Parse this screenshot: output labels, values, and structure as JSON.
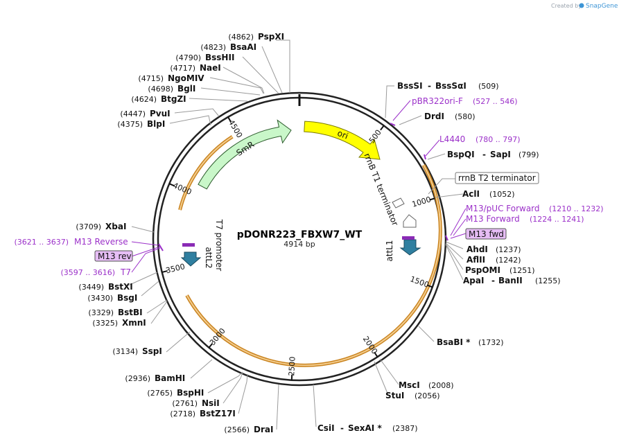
{
  "watermark": {
    "created_by": "Created by",
    "brand": "SnapGene"
  },
  "plasmid": {
    "name": "pDONR223_FBXW7_WT",
    "size_label": "4914 bp",
    "length": 4914
  },
  "ticks": [
    {
      "pos": 500,
      "label": "500"
    },
    {
      "pos": 1000,
      "label": "1000"
    },
    {
      "pos": 1500,
      "label": "1500"
    },
    {
      "pos": 2000,
      "label": "2000"
    },
    {
      "pos": 2500,
      "label": "2500"
    },
    {
      "pos": 3000,
      "label": "3000"
    },
    {
      "pos": 3500,
      "label": "3500"
    },
    {
      "pos": 4000,
      "label": "4000"
    },
    {
      "pos": 4500,
      "label": "4500"
    }
  ],
  "features": [
    {
      "label": "SmR"
    },
    {
      "label": "ori"
    },
    {
      "label": "rrnB T1 terminator"
    },
    {
      "label": "attL1"
    },
    {
      "label": "T7 promoter"
    },
    {
      "label": "attL2"
    }
  ],
  "sites": [
    {
      "name": "PspXI",
      "pos": "(4862)",
      "bp": 4862
    },
    {
      "name": "BsaAI",
      "pos": "(4823)",
      "bp": 4823
    },
    {
      "name": "BssHII",
      "pos": "(4790)",
      "bp": 4790
    },
    {
      "name": "NaeI",
      "pos": "(4717)",
      "bp": 4717
    },
    {
      "name": "NgoMIV",
      "pos": "(4715)",
      "bp": 4715
    },
    {
      "name": "BglI",
      "pos": "(4698)",
      "bp": 4698
    },
    {
      "name": "BtgZI",
      "pos": "(4624)",
      "bp": 4624
    },
    {
      "name": "PvuI",
      "pos": "(4447)",
      "bp": 4447
    },
    {
      "name": "BlpI",
      "pos": "(4375)",
      "bp": 4375
    },
    {
      "name": "XbaI",
      "pos": "(3709)",
      "bp": 3709
    },
    {
      "name": "BstXI",
      "pos": "(3449)",
      "bp": 3449
    },
    {
      "name": "BsgI",
      "pos": "(3430)",
      "bp": 3430
    },
    {
      "name": "BstBI",
      "pos": "(3329)",
      "bp": 3329
    },
    {
      "name": "XmnI",
      "pos": "(3325)",
      "bp": 3325
    },
    {
      "name": "SspI",
      "pos": "(3134)",
      "bp": 3134
    },
    {
      "name": "BamHI",
      "pos": "(2936)",
      "bp": 2936
    },
    {
      "name": "BspHI",
      "pos": "(2765)",
      "bp": 2765
    },
    {
      "name": "NsiI",
      "pos": "(2761)",
      "bp": 2761
    },
    {
      "name": "BstZ17I",
      "pos": "(2718)",
      "bp": 2718
    },
    {
      "name": "DraI",
      "pos": "(2566)",
      "bp": 2566
    },
    {
      "name": "BssSI",
      "name2": "BssSαI",
      "pos": "(509)",
      "bp": 509
    },
    {
      "name": "DrdI",
      "pos": "(580)",
      "bp": 580
    },
    {
      "name": "BspQI",
      "name2": "SapI",
      "pos": "(799)",
      "bp": 799
    },
    {
      "name": "AclI",
      "pos": "(1052)",
      "bp": 1052
    },
    {
      "name": "AhdI",
      "pos": "(1237)",
      "bp": 1237
    },
    {
      "name": "AflII",
      "pos": "(1242)",
      "bp": 1242
    },
    {
      "name": "PspOMI",
      "pos": "(1251)",
      "bp": 1251
    },
    {
      "name": "ApaI",
      "name2": "BanII",
      "pos": "(1255)",
      "bp": 1255
    },
    {
      "name": "BsaBI *",
      "pos": "(1732)",
      "bp": 1732
    },
    {
      "name": "MscI",
      "pos": "(2008)",
      "bp": 2008
    },
    {
      "name": "StuI",
      "pos": "(2056)",
      "bp": 2056
    },
    {
      "name": "CsiI",
      "name2": "SexAI *",
      "pos": "(2387)",
      "bp": 2387
    }
  ],
  "primers": [
    {
      "name": "pBR322ori-F",
      "range": "(527 .. 546)"
    },
    {
      "name": "L4440",
      "range": "(780 .. 797)"
    },
    {
      "name": "M13/pUC Forward",
      "range": "(1210 .. 1232)"
    },
    {
      "name": "M13 Forward",
      "range": "(1224 .. 1241)"
    },
    {
      "name": "M13 fwd",
      "boxed": true
    },
    {
      "name": "M13 Reverse",
      "range": "(3621 .. 3637)"
    },
    {
      "name": "M13 rev",
      "boxed": true
    },
    {
      "name": "T7",
      "range": "(3597 .. 3616)"
    }
  ],
  "terminator_box": {
    "label": "rrnB T2 terminator"
  },
  "colors": {
    "smr": "#c9f7c9",
    "ori": "#ffff00",
    "orf_band": "#e8b05a",
    "att": "#2f7fa0",
    "primer": "#9b30c9",
    "primer_box": "#e6bdf5"
  }
}
